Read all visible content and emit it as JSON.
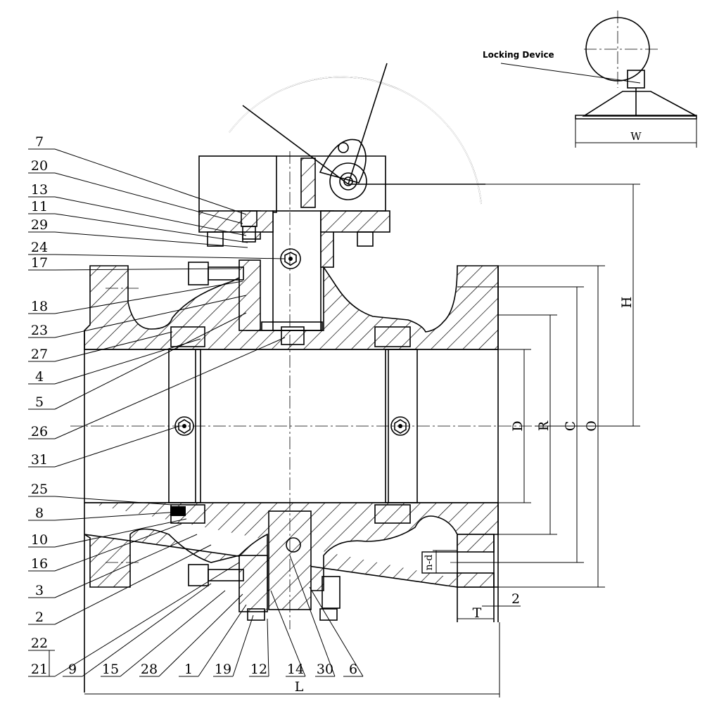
{
  "drawing": {
    "title": "Gear operated trunnion ball valve sectional drawing",
    "inset_label": "Locking Device",
    "part_labels_left": [
      "7",
      "20",
      "13",
      "11",
      "29",
      "24",
      "17",
      "18",
      "23",
      "27",
      "4",
      "5",
      "26",
      "31",
      "25",
      "8",
      "10",
      "16",
      "3",
      "2",
      "22",
      "21"
    ],
    "part_labels_bottom": [
      "9",
      "15",
      "28",
      "1",
      "19",
      "12",
      "14",
      "30",
      "6"
    ],
    "dimensions": {
      "height": "H",
      "outer_diameter": "O",
      "bolt_circle": "C",
      "raised_face": "R",
      "bore": "D",
      "bolt_holes": "n-d",
      "flange_thickness": "T",
      "raised_face_height": "2",
      "length": "L",
      "handwheel_width": "W"
    }
  }
}
